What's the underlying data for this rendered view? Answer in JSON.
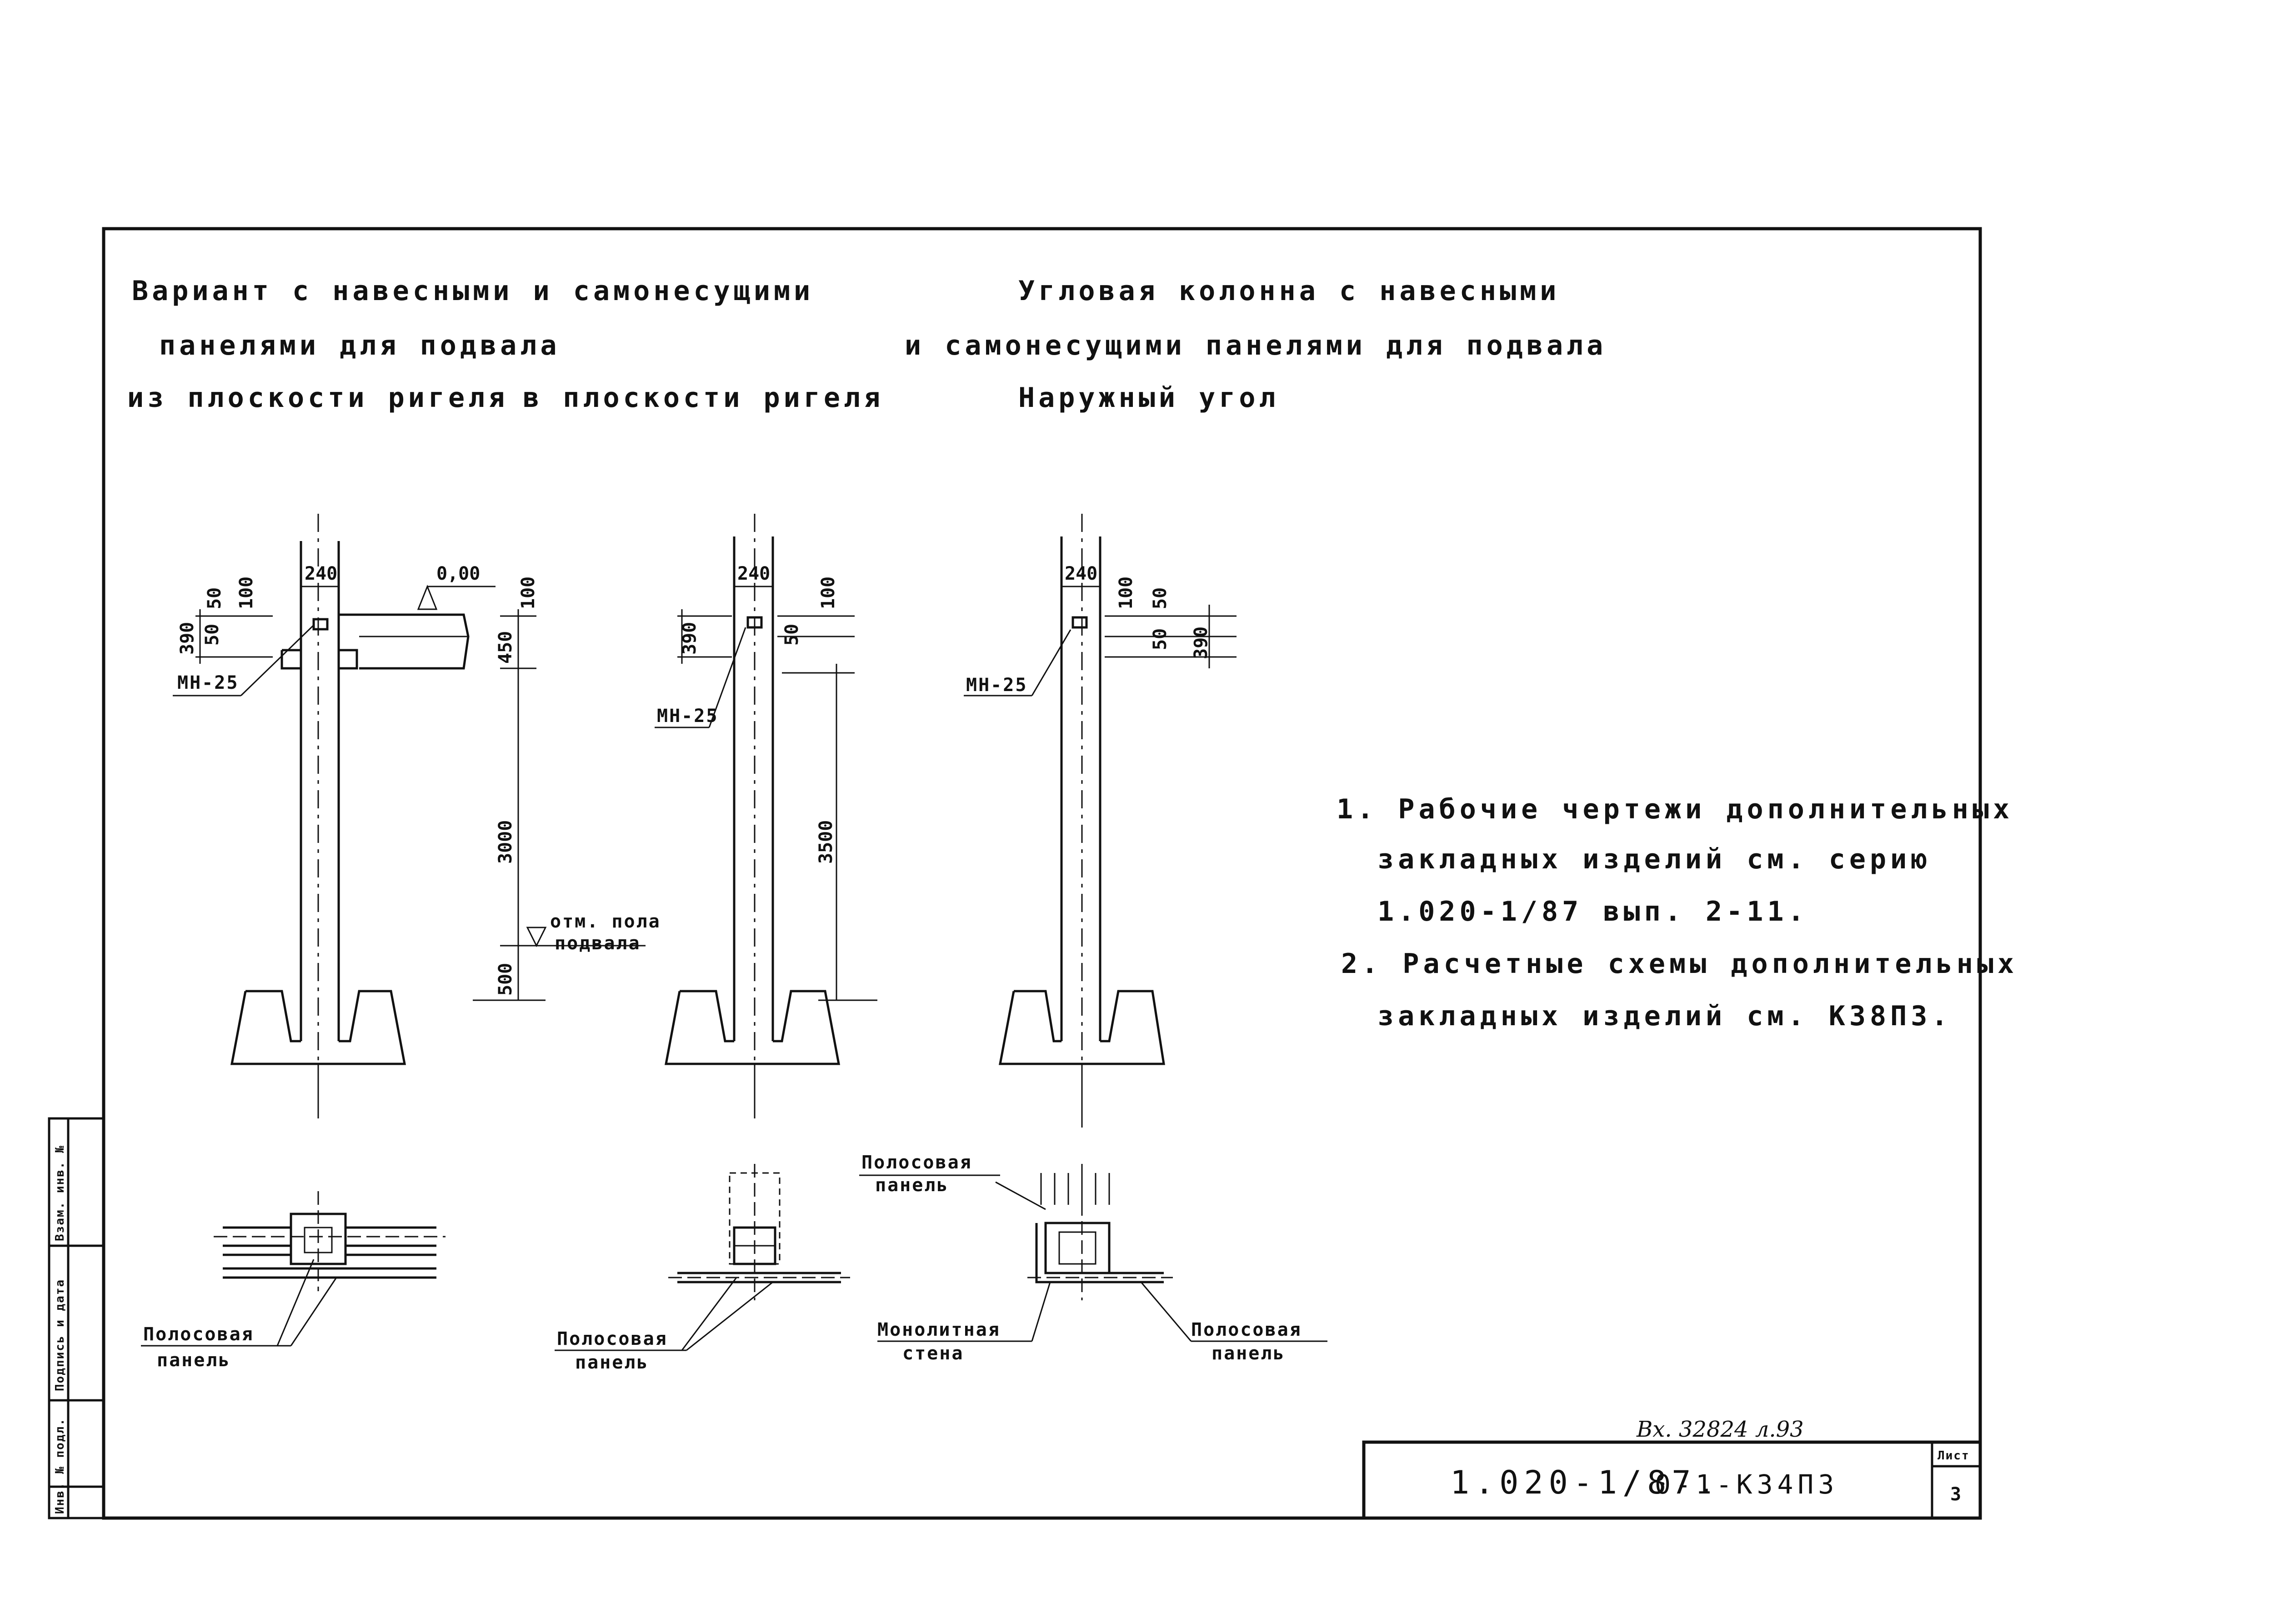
{
  "titles": {
    "left": {
      "line1": "Вариант с навесными и самонесущими",
      "line2": "панелями для подвала",
      "line3a": "из плоскости ригеля",
      "line3b": "в плоскости ригеля"
    },
    "right": {
      "line1": "Угловая колонна с навесными",
      "line2": "и самонесущими панелями для подвала",
      "line3": "Наружный угол"
    }
  },
  "dims": {
    "w240": "240",
    "d100": "100",
    "d50": "50",
    "d390": "390",
    "d450": "450",
    "d3000": "3000",
    "d500": "500",
    "d3500": "3500",
    "level": "0,00"
  },
  "labels": {
    "mh25": "МН-25",
    "floor_line1": "отм. пола",
    "floor_line2": "подвала",
    "strip_panel_line1": "Полосовая",
    "strip_panel_line2": "панель",
    "monolithic_line1": "Монолитная",
    "monolithic_line2": "стена"
  },
  "notes": {
    "n1_line1": "1. Рабочие чертежи дополнительных",
    "n1_line2": "закладных изделий см. серию",
    "n1_line3": "1.020-1/87 вып. 2-11.",
    "n2_line1": "2. Расчетные схемы дополнительных",
    "n2_line2": "закладных изделий см. К38ПЗ."
  },
  "stamp": {
    "inv_no": "Инв. № подл.",
    "signature_date": "Подпись и дата",
    "replace_inv": "Взам. инв. №",
    "register": "Вх. 32824 л.93",
    "code": "1.020-1/87.",
    "code_suffix": "0-1-К34ПЗ",
    "sheet_label": "Лист",
    "sheet_no": "3"
  }
}
